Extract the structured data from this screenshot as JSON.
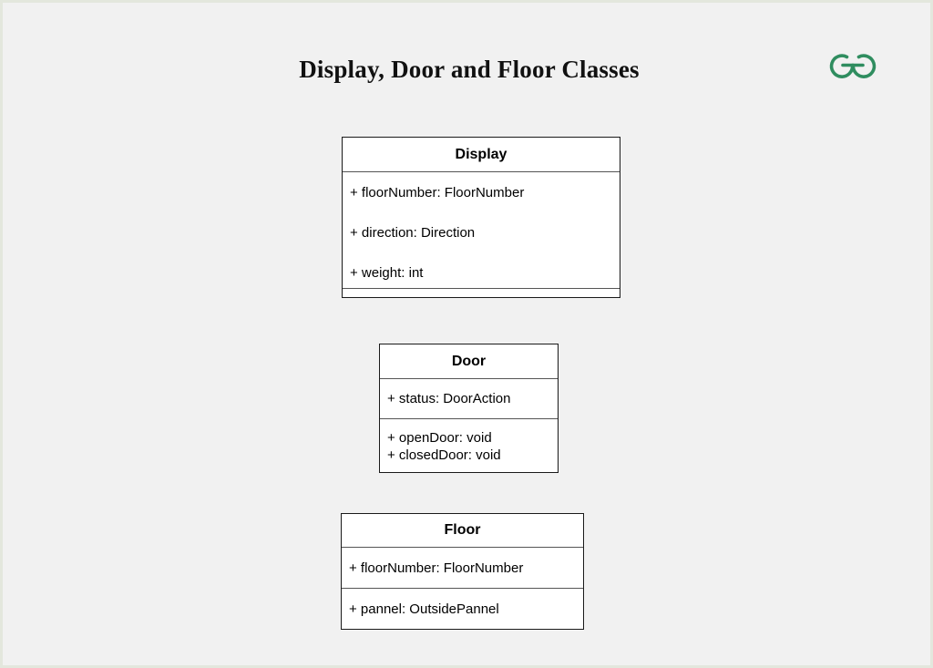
{
  "page": {
    "title": "Display, Door and Floor Classes",
    "background_color": "#f1f1f1",
    "border_color": "#e3e7dd"
  },
  "logo": {
    "name": "geeksforgeeks-logo",
    "color": "#2f8d5f",
    "alt_text": "GeeksforGeeks"
  },
  "diagram": {
    "type": "uml-class-diagram",
    "classes": [
      {
        "name": "Display",
        "attributes": [
          "+ floorNumber: FloorNumber",
          "+ direction: Direction",
          "+ weight: int"
        ],
        "methods": []
      },
      {
        "name": "Door",
        "attributes": [
          "+ status: DoorAction"
        ],
        "methods": [
          "+ openDoor: void",
          "+ closedDoor: void"
        ]
      },
      {
        "name": "Floor",
        "attributes": [
          "+ floorNumber: FloorNumber"
        ],
        "methods": [
          "+ pannel: OutsidePannel"
        ]
      }
    ]
  }
}
